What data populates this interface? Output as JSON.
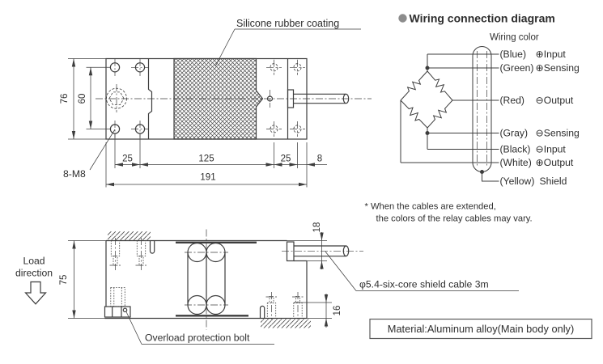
{
  "top_view": {
    "coating_label": "Silicone rubber coating",
    "bolt_label": "8-M8",
    "dim_overall_height": "76",
    "dim_bolt_span": "60",
    "dim_pitch_left": "25",
    "dim_center": "125",
    "dim_pitch_right": "25",
    "dim_end": "8",
    "dim_total": "191"
  },
  "side_view": {
    "load_dir_line1": "Load",
    "load_dir_line2": "direction",
    "dim_height": "75",
    "dim_cable": "18",
    "dim_step": "16",
    "overload_label": "Overload protection bolt",
    "cable_label": "φ5.4-six-core shield cable 3m"
  },
  "wiring_diagram": {
    "title": "Wiring connection diagram",
    "subtitle": "Wiring color",
    "rows": [
      {
        "color": "(Blue)",
        "signal": "⊕Input"
      },
      {
        "color": "(Green)",
        "signal": "⊕Sensing"
      },
      {
        "color": "(Red)",
        "signal": "⊖Output"
      },
      {
        "color": "(Gray)",
        "signal": "⊖Sensing"
      },
      {
        "color": "(Black)",
        "signal": "⊖Input"
      },
      {
        "color": "(White)",
        "signal": "⊕Output"
      },
      {
        "color": "(Yellow)",
        "signal": "Shield"
      }
    ],
    "note_line1": "* When the cables are extended,",
    "note_line2": "the colors of the relay cables may vary."
  },
  "material_note": "Material:Aluminum alloy(Main body only)",
  "colors": {
    "line": "#3d3d3d",
    "text": "#2e2e2e",
    "bullet": "#8c8c8c"
  }
}
